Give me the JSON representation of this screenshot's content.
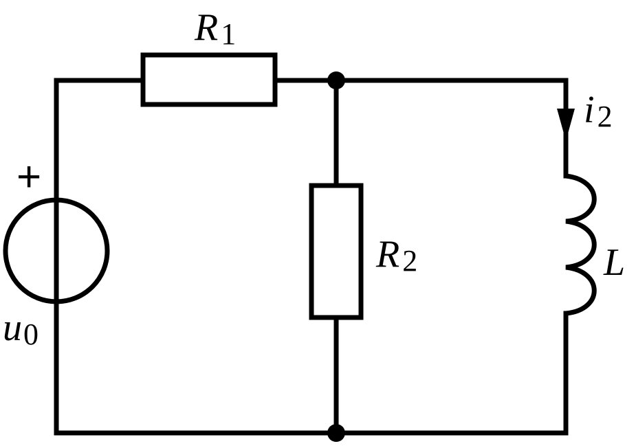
{
  "diagram": {
    "labels": {
      "r1": {
        "symbol": "R",
        "sub": "1"
      },
      "r2": {
        "symbol": "R",
        "sub": "2"
      },
      "inductor": {
        "symbol": "L"
      },
      "current": {
        "symbol": "i",
        "sub": "2"
      },
      "source": {
        "symbol": "u",
        "sub": "0"
      },
      "polarity": "+"
    }
  }
}
